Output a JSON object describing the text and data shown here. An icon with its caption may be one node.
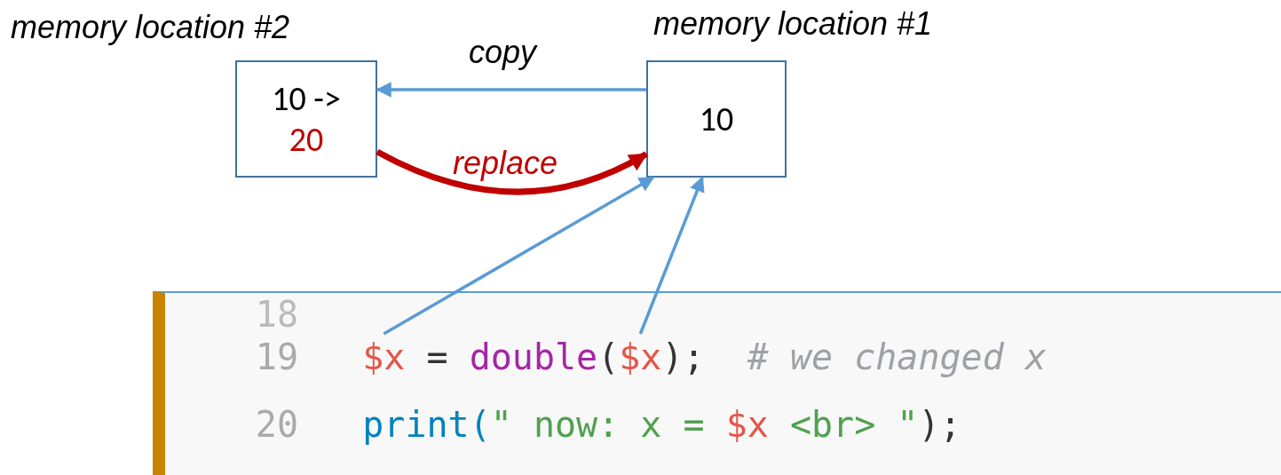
{
  "diagram": {
    "nodes": [
      {
        "text": [
          "10 ->",
          "20"
        ],
        "beside": [
          "memory location #2"
        ]
      },
      {
        "text": [
          "10"
        ],
        "beside": [
          "memory location #1"
        ]
      },
      {
        "text": [
          "18",
          "19",
          "=",
          "double",
          "(",
          ");",
          "# we changed x",
          "20",
          "print(",
          "\" now: x =",
          "$x",
          "<br> \"",
          ");"
        ]
      },
      {
        "text": [
          "$x"
        ],
        "in": 2
      },
      {
        "text": [
          "$x"
        ],
        "in": 2
      }
    ],
    "edges": [
      {
        "from": 1,
        "to": 0,
        "arrow": "to",
        "label": "copy"
      },
      {
        "from": 0,
        "to": 1,
        "arrow": "to",
        "label": "replace",
        "style": "thick",
        "color": "#c00000"
      },
      {
        "from": 3,
        "to": 1,
        "arrow": "to"
      },
      {
        "from": 4,
        "to": 1,
        "arrow": "to"
      }
    ]
  }
}
